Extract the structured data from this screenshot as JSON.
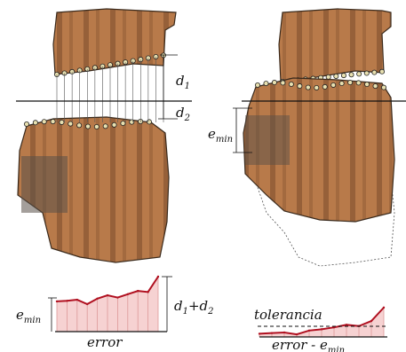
{
  "labels": {
    "d1": "d",
    "d1_sub": "1",
    "d2": "d",
    "d2_sub": "2",
    "emin_left": "e",
    "emin_left_sub": "min",
    "emin_right": "e",
    "emin_right_sub": "min",
    "d1_plus_d2": "d",
    "d1_plus_d2_sub1": "1",
    "d1_plus_d2_plus": "+d",
    "d1_plus_d2_sub2": "2",
    "emin_graph": "e",
    "emin_graph_sub": "min",
    "error_left": "error",
    "tolerancia": "tolerancia",
    "error_right": "error - e",
    "error_right_sub": "min"
  },
  "colors": {
    "fragment_fill": "#b87a4a",
    "fragment_stripe": "#7a4a2c",
    "fragment_edge": "#3a2a1c",
    "graph_line": "#b01020",
    "graph_fill": "#f6d2d2",
    "marker_fill": "#e8e0b0"
  },
  "chart_data": [
    {
      "type": "area",
      "series": [
        {
          "values": [
            0.55,
            0.56,
            0.58,
            0.5,
            0.6,
            0.66,
            0.62,
            0.68,
            0.74,
            0.72,
            1.0
          ]
        }
      ]
    },
    {
      "type": "line",
      "series": [
        {
          "values": [
            0.1,
            0.12,
            0.14,
            0.08,
            0.2,
            0.24,
            0.3,
            0.38,
            0.34,
            0.5,
            0.92
          ]
        }
      ]
    }
  ]
}
